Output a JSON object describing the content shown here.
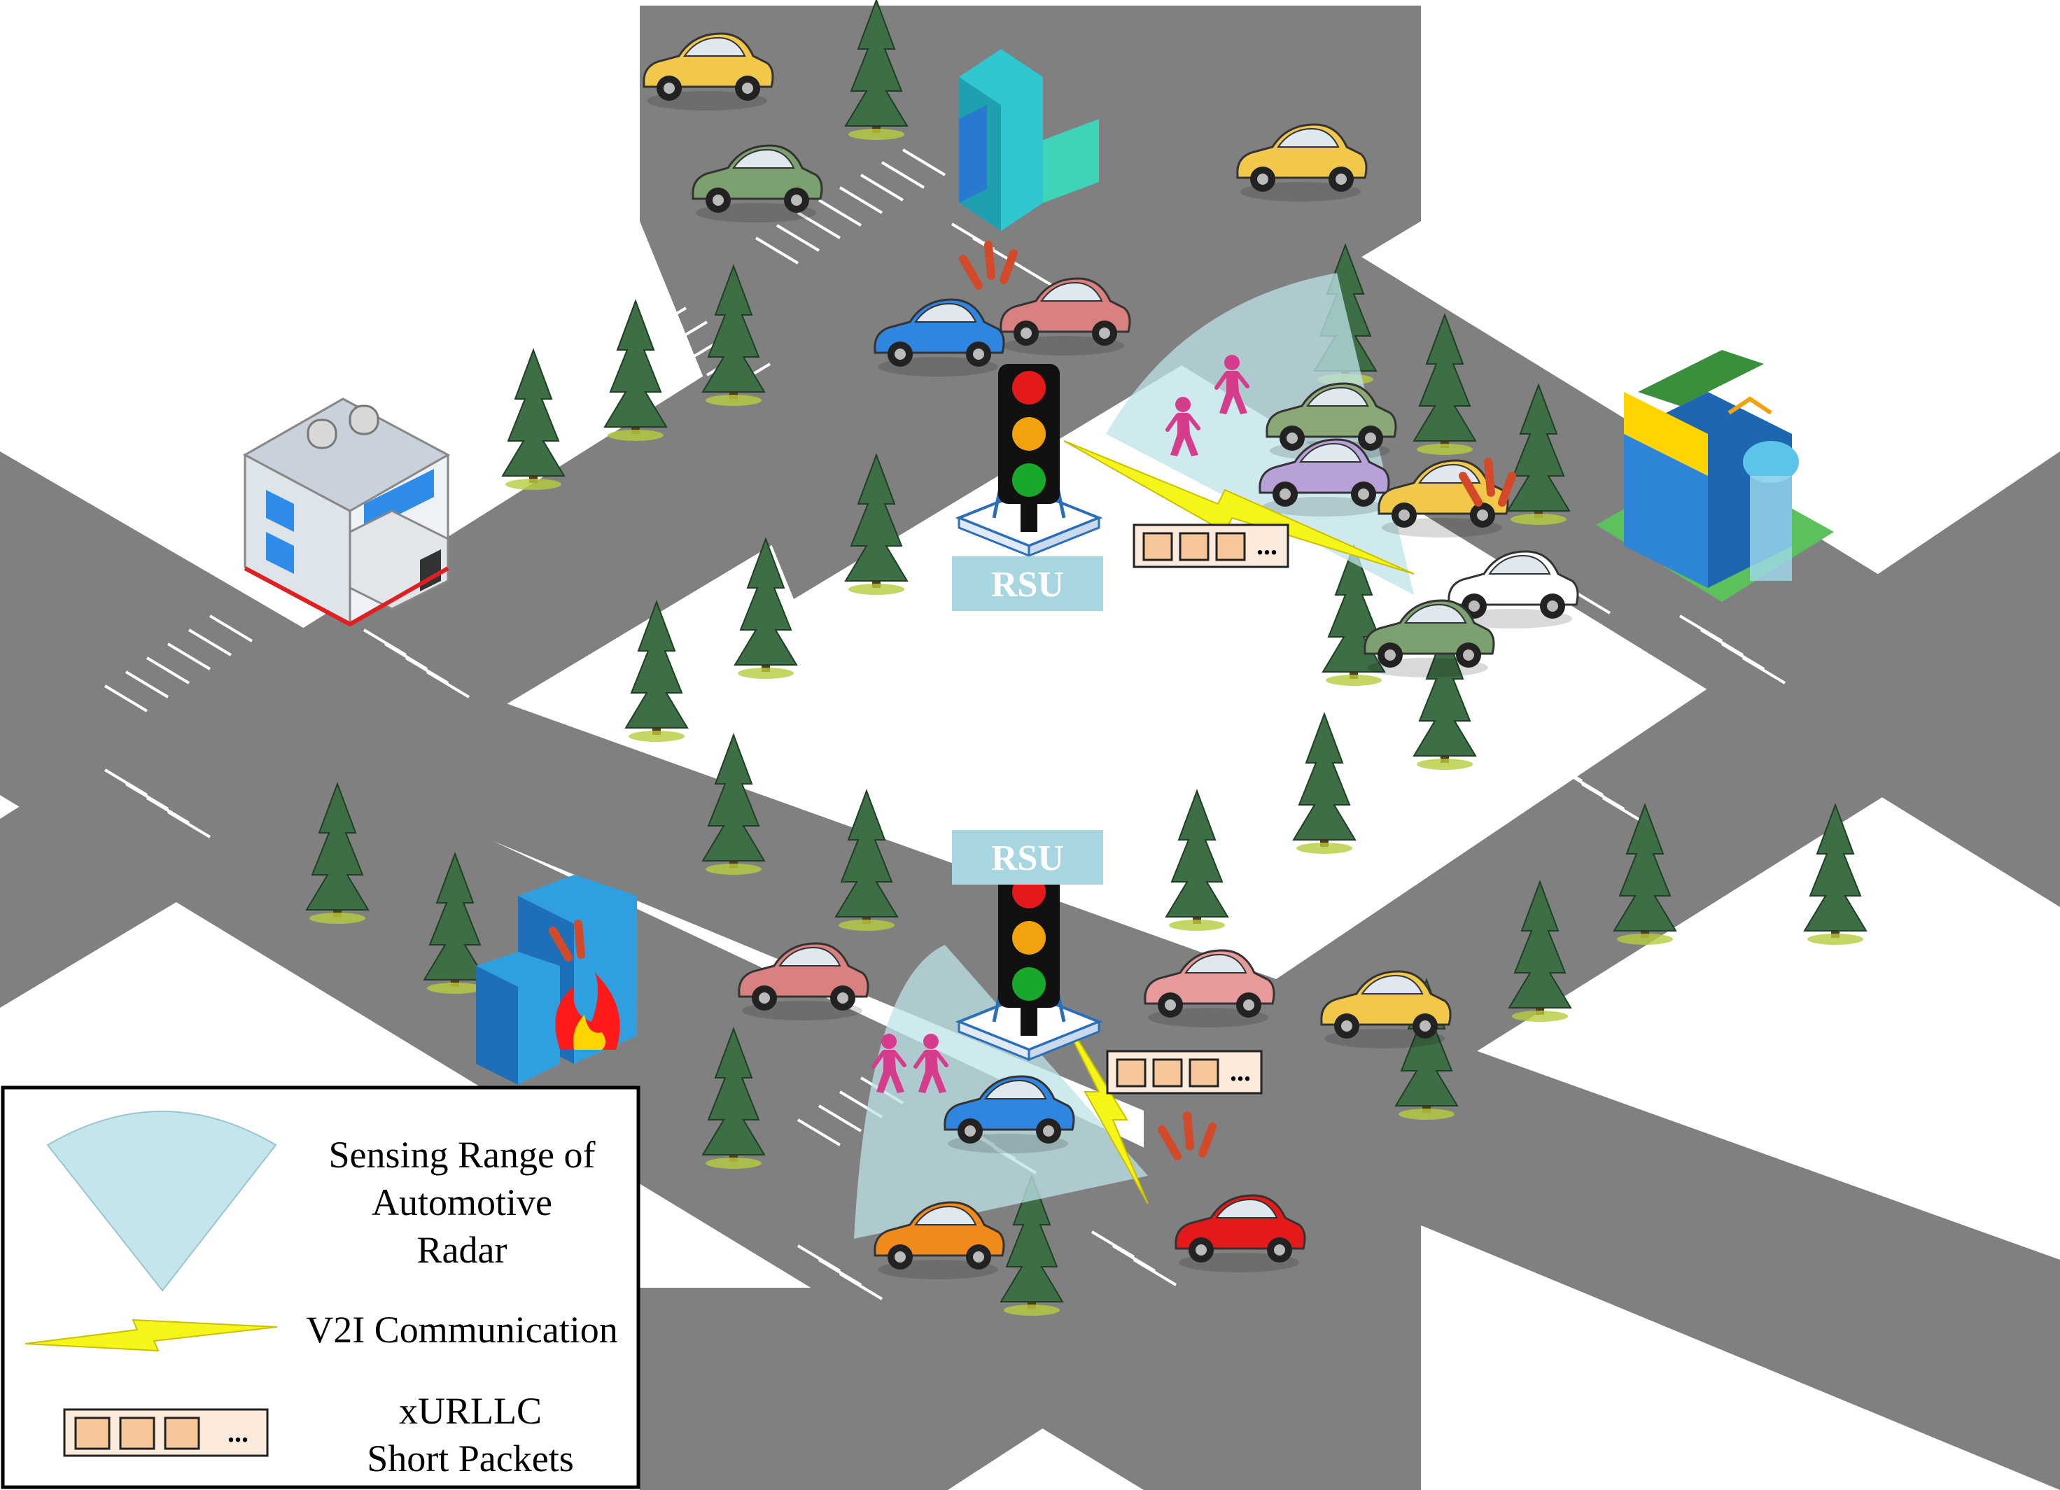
{
  "rsu_top": {
    "label": "RSU"
  },
  "rsu_bottom": {
    "label": "RSU"
  },
  "packet_top": {
    "ellipsis": "..."
  },
  "packet_bottom": {
    "ellipsis": "..."
  },
  "legend": {
    "sensing_line1": "Sensing Range of",
    "sensing_line2": "Automotive",
    "sensing_line3": "Radar",
    "v2i": "V2I Communication",
    "packets_line1": "xURLLC",
    "packets_line2": "Short Packets",
    "packets_ellipsis": "..."
  },
  "colors": {
    "road": "#808080",
    "marking": "#ffffff",
    "rsu_label_bg": "#a8d6e0",
    "radar_fill": "#bfe3ea",
    "v2i_bolt": "#f5f51a",
    "packet_cell": "#f7c79c",
    "packet_bg": "#fcebdc",
    "tree": "#3d6e45",
    "pedestrian": "#d63c8c"
  }
}
